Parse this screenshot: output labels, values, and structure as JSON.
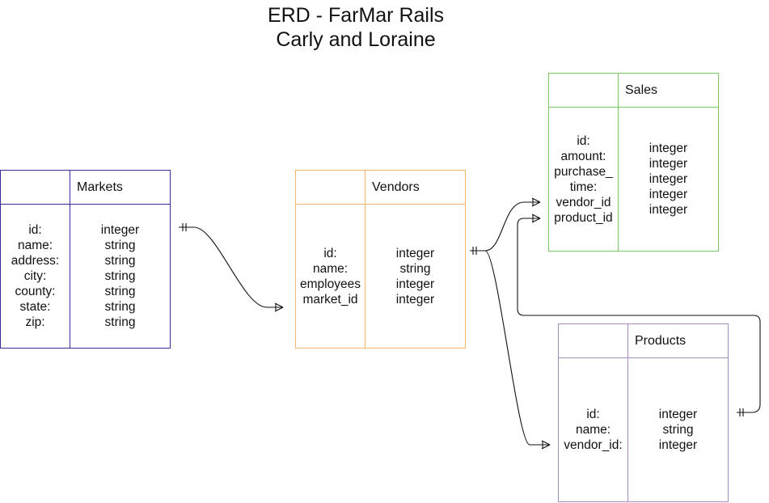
{
  "title": {
    "line1": "ERD - FarMar Rails",
    "line2": "Carly and Loraine"
  },
  "entities": {
    "markets": {
      "name": "Markets",
      "color": "#3d2a9c",
      "attributes": [
        "id:",
        "name:",
        "address:",
        "city:",
        "county:",
        "state:",
        "zip:"
      ],
      "types": [
        "integer",
        "string",
        "string",
        "string",
        "string",
        "string",
        "string"
      ]
    },
    "vendors": {
      "name": "Vendors",
      "color": "#f0b567",
      "attributes": [
        "id:",
        "name:",
        "employees",
        "market_id"
      ],
      "types": [
        "integer",
        "string",
        "integer",
        "integer"
      ]
    },
    "sales": {
      "name": "Sales",
      "color": "#7ec26a",
      "attributes": [
        "id:",
        "amount:",
        "purchase_",
        "time:",
        "vendor_id",
        "product_id"
      ],
      "types": [
        "integer",
        "integer",
        "integer",
        "integer",
        "integer"
      ]
    },
    "products": {
      "name": "Products",
      "color": "#a48bc0",
      "attributes": [
        "id:",
        "name:",
        "vendor_id:"
      ],
      "types": [
        "integer",
        "string",
        "integer"
      ]
    }
  },
  "relationships": [
    {
      "from": "markets",
      "to": "vendors",
      "from_end": "one",
      "to_end": "many"
    },
    {
      "from": "vendors",
      "to": "sales",
      "from_end": "one",
      "to_end": "many"
    },
    {
      "from": "vendors",
      "to": "products",
      "from_end": "one",
      "to_end": "many"
    },
    {
      "from": "products",
      "to": "sales",
      "from_end": "one",
      "to_end": "many"
    }
  ]
}
